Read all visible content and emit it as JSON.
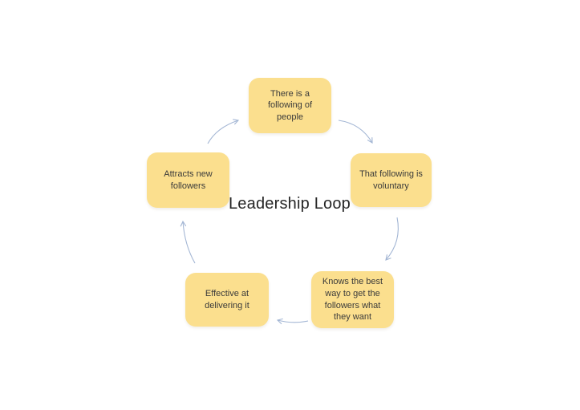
{
  "title": "Leadership Loop",
  "nodes": [
    {
      "id": "following",
      "label": "There is a\nfollowing of\npeople"
    },
    {
      "id": "voluntary",
      "label": "That following is\nvoluntary"
    },
    {
      "id": "knows-best",
      "label": "Knows the best\nway to get the\nfollowers what\nthey want"
    },
    {
      "id": "effective",
      "label": "Effective at\ndelivering it"
    },
    {
      "id": "attracts",
      "label": "Attracts new\nfollowers"
    }
  ],
  "connections": [
    {
      "from": "following",
      "to": "voluntary"
    },
    {
      "from": "voluntary",
      "to": "knows-best"
    },
    {
      "from": "knows-best",
      "to": "effective"
    },
    {
      "from": "effective",
      "to": "attracts"
    },
    {
      "from": "attracts",
      "to": "following"
    }
  ],
  "colors": {
    "node_fill": "#FBDF8E",
    "arrow": "#A3B6D4",
    "node_text": "#3A3A3A",
    "title_text": "#262626",
    "background": "#FFFFFF"
  }
}
